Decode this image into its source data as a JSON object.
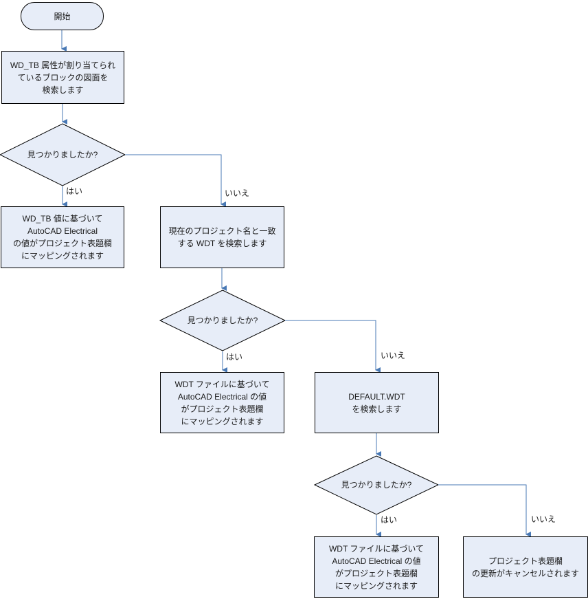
{
  "colors": {
    "node_fill": "#e7edf8",
    "node_border": "#000000",
    "connector": "#4878b4",
    "text": "#1a1a1a"
  },
  "nodes": {
    "start": {
      "label": "開始",
      "type": "terminator"
    },
    "search_wdtb_block": {
      "label": "WD_TB 属性が割り当てられ\nているブロックの図面を\n検索します",
      "type": "process"
    },
    "found1": {
      "label": "見つかりましたか?",
      "type": "decision"
    },
    "map_wdtb_value": {
      "label": "WD_TB 値に基づいて\nAutoCAD Electrical\nの値がプロジェクト表題欄\nにマッピングされます",
      "type": "process"
    },
    "search_project_wdt": {
      "label": "現在のプロジェクト名と一致\nする WDT を検索します",
      "type": "process"
    },
    "found2": {
      "label": "見つかりましたか?",
      "type": "decision"
    },
    "map_wdt_file_1": {
      "label": "WDT ファイルに基づいて\nAutoCAD Electrical の値\nがプロジェクト表題欄\nにマッピングされます",
      "type": "process"
    },
    "search_default_wdt": {
      "label": "DEFAULT.WDT\nを検索します",
      "type": "process"
    },
    "found3": {
      "label": "見つかりましたか?",
      "type": "decision"
    },
    "map_wdt_file_2": {
      "label": "WDT ファイルに基づいて\nAutoCAD Electrical の値\nがプロジェクト表題欄\nにマッピングされます",
      "type": "process"
    },
    "update_cancelled": {
      "label": "プロジェクト表題欄\nの更新がキャンセルされます",
      "type": "process"
    }
  },
  "edge_labels": {
    "yes": "はい",
    "no": "いいえ"
  }
}
